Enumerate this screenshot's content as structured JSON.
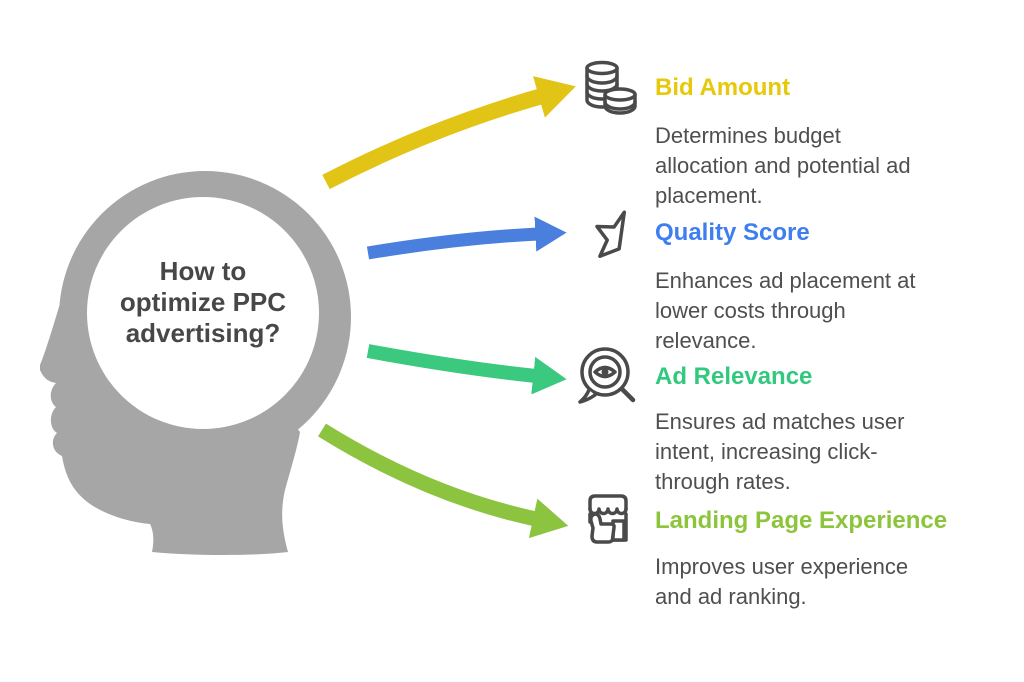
{
  "title": "How to optimize PPC advertising?",
  "head": {
    "question": "How to\noptimize PPC\nadvertising?"
  },
  "colors": {
    "background": "#FFFFFF",
    "head": "#A6A6A6",
    "head_text": "#474747",
    "body_text": "#4F4F4F",
    "icon": "#4A4A4A"
  },
  "items": [
    {
      "title": "Bid Amount",
      "description": "Determines budget\nallocation and potential ad\nplacement.",
      "icon": "coins-icon",
      "title_color": "#E5C90A",
      "arrow_color": "#E2C417"
    },
    {
      "title": "Quality Score",
      "description": "Enhances ad placement at\nlower costs through\nrelevance.",
      "icon": "half-star-icon",
      "title_color": "#3F7EF0",
      "arrow_color": "#4A7FDE"
    },
    {
      "title": "Ad Relevance",
      "description": "Ensures ad matches user\nintent, increasing click-\nthrough rates.",
      "icon": "eye-search-bubble-icon",
      "title_color": "#31C97E",
      "arrow_color": "#3BC97F"
    },
    {
      "title": "Landing Page Experience",
      "description": "Improves user experience\nand ad ranking.",
      "icon": "storefront-thumbs-up-icon",
      "title_color": "#8CC53C",
      "arrow_color": "#8CC33F"
    }
  ]
}
